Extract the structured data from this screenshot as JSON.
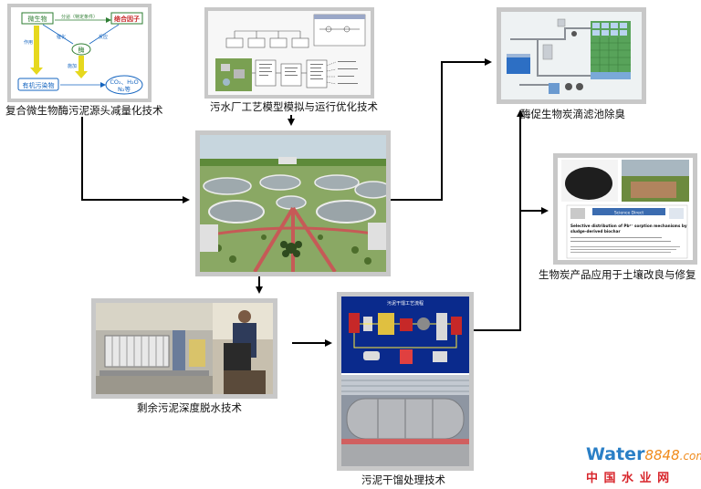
{
  "captions": {
    "microbe_tech": "复合微生物酶污泥源头减量化技术",
    "wwtp_sim": "污水厂工艺模型模拟与运行优化技术",
    "biochar_filter": "酶促生物炭滴滤池除臭",
    "biochar_soil": "生物炭产品应用于土壤改良与修复",
    "dewatering": "剩余污泥深度脱水技术",
    "pyrolysis": "污泥干馏处理技术"
  },
  "microbe_diagram": {
    "microbe": "微生物",
    "secrete": "分泌（特定条件）",
    "bio_factor": "络合因子",
    "enzyme": "酶",
    "organic": "有机污染物",
    "products": "CO₂、H₂O",
    "products2": "N₂等",
    "act": "作",
    "act2": "用",
    "apply": "施",
    "apply2": "加",
    "catalyze": "催化",
    "catalyze2": "反应",
    "left_v": "作用",
    "mid_v": "施加"
  },
  "paper": {
    "title_line1": "Selective distribution of Pb²⁺ sorption mechanisms by",
    "title_line2": "sludge-derived biochar",
    "journal": "Science Direct"
  },
  "scada": {
    "title": "污泥干馏工艺流程"
  },
  "watermark": {
    "brand_w": "W",
    "brand_ater": "ater",
    "brand_num": "8848",
    "brand_com": ".com",
    "sub": "中 国 水 业 网"
  },
  "colors": {
    "arrow": "#000000",
    "frame": "#c8c8c8",
    "watermark_blue": "#2a7fc6",
    "watermark_orange": "#f08a1a",
    "watermark_red": "#d8262c"
  }
}
